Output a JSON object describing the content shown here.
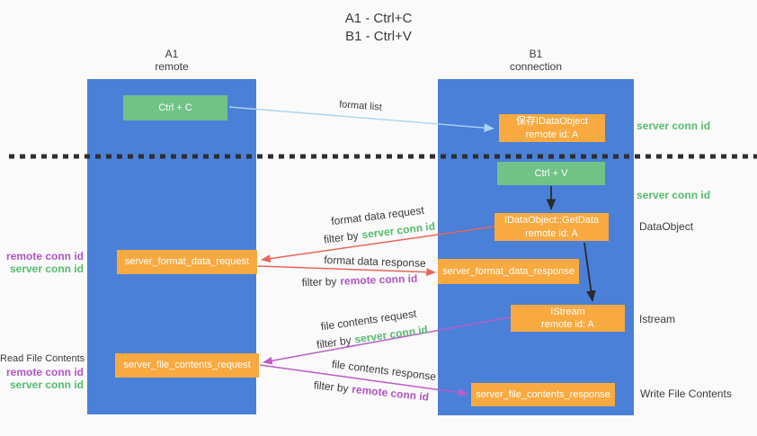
{
  "title": {
    "line1": "A1 - Ctrl+C",
    "line2": "B1 - Ctrl+V"
  },
  "lanes": {
    "left": {
      "name": "A1",
      "role": "remote"
    },
    "right": {
      "name": "B1",
      "role": "connection"
    }
  },
  "nodes": {
    "ctrl_c": {
      "label": "Ctrl + C"
    },
    "save_dataobject": {
      "line1": "保存IDataObject",
      "line2": "remote id: A"
    },
    "ctrl_v": {
      "label": "Ctrl + V"
    },
    "getdata": {
      "line1": "IDataObject::GetData",
      "line2": "remote id: A"
    },
    "format_request": {
      "label": "server_format_data_request"
    },
    "format_response": {
      "label": "server_format_data_response"
    },
    "istream": {
      "line1": "IStream",
      "line2": "remote id: A"
    },
    "file_request": {
      "label": "server_file_contents_request"
    },
    "file_response": {
      "label": "server_file_contents_response"
    }
  },
  "flow_labels": {
    "format_list": "format list",
    "format_data_request": "format data request",
    "filter_by_server_1": {
      "prefix": "filter by",
      "key": "server conn id"
    },
    "format_data_response": "format data response",
    "filter_by_remote_1": {
      "prefix": "filter by",
      "key": "remote conn id"
    },
    "file_contents_request": "file contents request",
    "filter_by_server_2": {
      "prefix": "filter by",
      "key": "server conn id"
    },
    "file_contents_response": "file contents response",
    "filter_by_remote_2": {
      "prefix": "filter by",
      "key": "remote conn id"
    }
  },
  "side_labels": {
    "right_server_conn_top": "server conn id",
    "right_server_conn_mid": "server conn id",
    "right_dataobject": "DataObject",
    "right_istream": "Istream",
    "right_write_file": "Write File Contents",
    "left_remote_conn_top": "remote conn id",
    "left_server_conn_top": "server conn id",
    "left_read_file": "Read File Contents",
    "left_remote_conn_bottom": "remote conn id",
    "left_server_conn_bottom": "server conn id"
  },
  "colors": {
    "lane_blue": "#4a80d8",
    "node_green": "#72c287",
    "node_orange": "#f8a93f",
    "green_text": "#56bb6c",
    "purple_text": "#b153c4",
    "red_arrow": "#e8655a",
    "purple_arrow": "#bb5bc8",
    "blue_arrow": "#a9d4ee",
    "black_arrow": "#2b2b2b",
    "background": "#fafafa"
  }
}
